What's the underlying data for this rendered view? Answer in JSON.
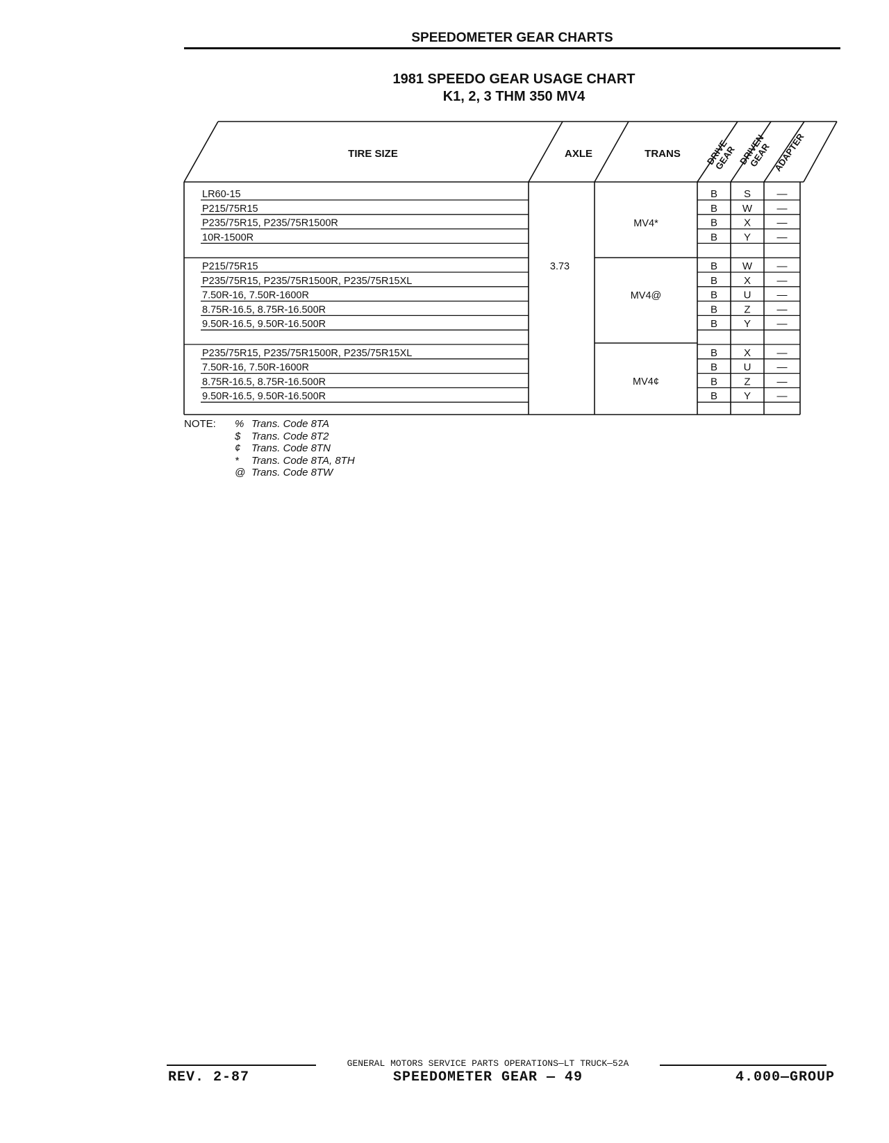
{
  "header": {
    "title": "SPEEDOMETER GEAR CHARTS"
  },
  "chart": {
    "title_line1": "1981 SPEEDO GEAR USAGE CHART",
    "title_line2": "K1, 2, 3 THM 350 MV4"
  },
  "table": {
    "columns": {
      "tire_size": "TIRE SIZE",
      "axle": "AXLE",
      "trans": "TRANS",
      "drive_gear": [
        "DRIVE",
        "GEAR"
      ],
      "driven_gear": [
        "DRIVEN",
        "GEAR"
      ],
      "adapter": "ADAPTER"
    },
    "axle_value": "3.73",
    "groups": [
      {
        "trans": "MV4*",
        "rows": [
          {
            "tire": "LR60-15",
            "drive": "B",
            "driven": "S",
            "adapter": "—"
          },
          {
            "tire": "P215/75R15",
            "drive": "B",
            "driven": "W",
            "adapter": "—"
          },
          {
            "tire": "P235/75R15, P235/75R1500R",
            "drive": "B",
            "driven": "X",
            "adapter": "—"
          },
          {
            "tire": "10R-1500R",
            "drive": "B",
            "driven": "Y",
            "adapter": "—"
          }
        ]
      },
      {
        "trans": "MV4@",
        "rows": [
          {
            "tire": "P215/75R15",
            "drive": "B",
            "driven": "W",
            "adapter": "—"
          },
          {
            "tire": "P235/75R15, P235/75R1500R, P235/75R15XL",
            "drive": "B",
            "driven": "X",
            "adapter": "—"
          },
          {
            "tire": "7.50R-16, 7.50R-1600R",
            "drive": "B",
            "driven": "U",
            "adapter": "—"
          },
          {
            "tire": "8.75R-16.5, 8.75R-16.500R",
            "drive": "B",
            "driven": "Z",
            "adapter": "—"
          },
          {
            "tire": "9.50R-16.5, 9.50R-16.500R",
            "drive": "B",
            "driven": "Y",
            "adapter": "—"
          }
        ]
      },
      {
        "trans": "MV4¢",
        "rows": [
          {
            "tire": "P235/75R15, P235/75R1500R, P235/75R15XL",
            "drive": "B",
            "driven": "X",
            "adapter": "—"
          },
          {
            "tire": "7.50R-16, 7.50R-1600R",
            "drive": "B",
            "driven": "U",
            "adapter": "—"
          },
          {
            "tire": "8.75R-16.5, 8.75R-16.500R",
            "drive": "B",
            "driven": "Z",
            "adapter": "—"
          },
          {
            "tire": "9.50R-16.5, 9.50R-16.500R",
            "drive": "B",
            "driven": "Y",
            "adapter": "—"
          }
        ]
      }
    ]
  },
  "notes": {
    "label": "NOTE:",
    "items": [
      {
        "symbol": "%",
        "text": "Trans. Code 8TA"
      },
      {
        "symbol": "$",
        "text": "Trans. Code 8T2"
      },
      {
        "symbol": "¢",
        "text": "Trans. Code 8TN"
      },
      {
        "symbol": "*",
        "text": "Trans. Code 8TA, 8TH"
      },
      {
        "symbol": "@",
        "text": "Trans. Code 8TW"
      }
    ]
  },
  "footer": {
    "center_line": "GENERAL MOTORS SERVICE PARTS OPERATIONS—LT TRUCK—52A",
    "revision": "REV. 2-87",
    "page": "SPEEDOMETER GEAR — 49",
    "group": "4.000—GROUP"
  }
}
